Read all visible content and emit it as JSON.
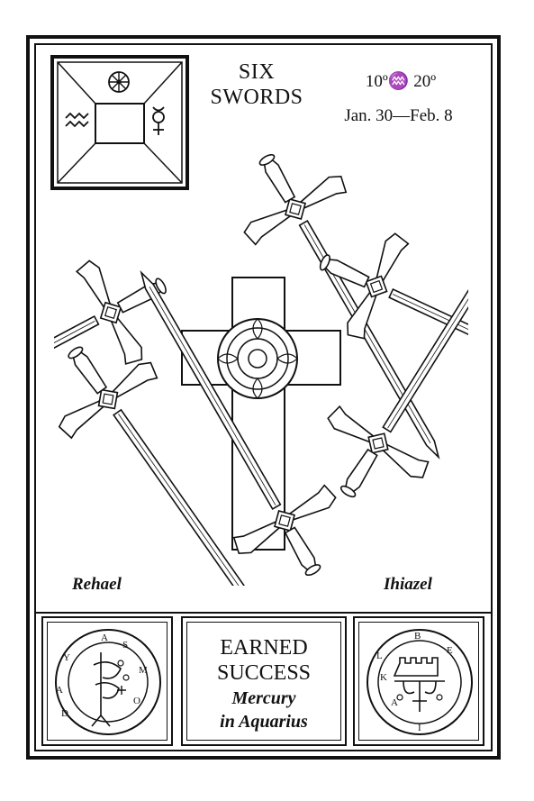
{
  "card": {
    "title_line1": "SIX",
    "title_line2": "SWORDS",
    "degrees": "10º♒ 20º",
    "dates": "Jan. 30—Feb. 8",
    "angel_left": "Rehael",
    "angel_right": "Ihiazel",
    "keyword_line1": "EARNED",
    "keyword_line2": "SUCCESS",
    "keyword_line3": "Mercury",
    "keyword_line4": "in Aquarius"
  },
  "seal_left": {
    "letters": [
      "A",
      "S",
      "M",
      "O",
      "D",
      "A",
      "Y"
    ]
  },
  "seal_right": {
    "letters": [
      "B",
      "E",
      "L",
      "I",
      "K",
      "A"
    ]
  },
  "icons": {
    "wheel": "wheel-of-fortune-icon",
    "aquarius": "aquarius-icon",
    "mercury": "mercury-icon"
  }
}
